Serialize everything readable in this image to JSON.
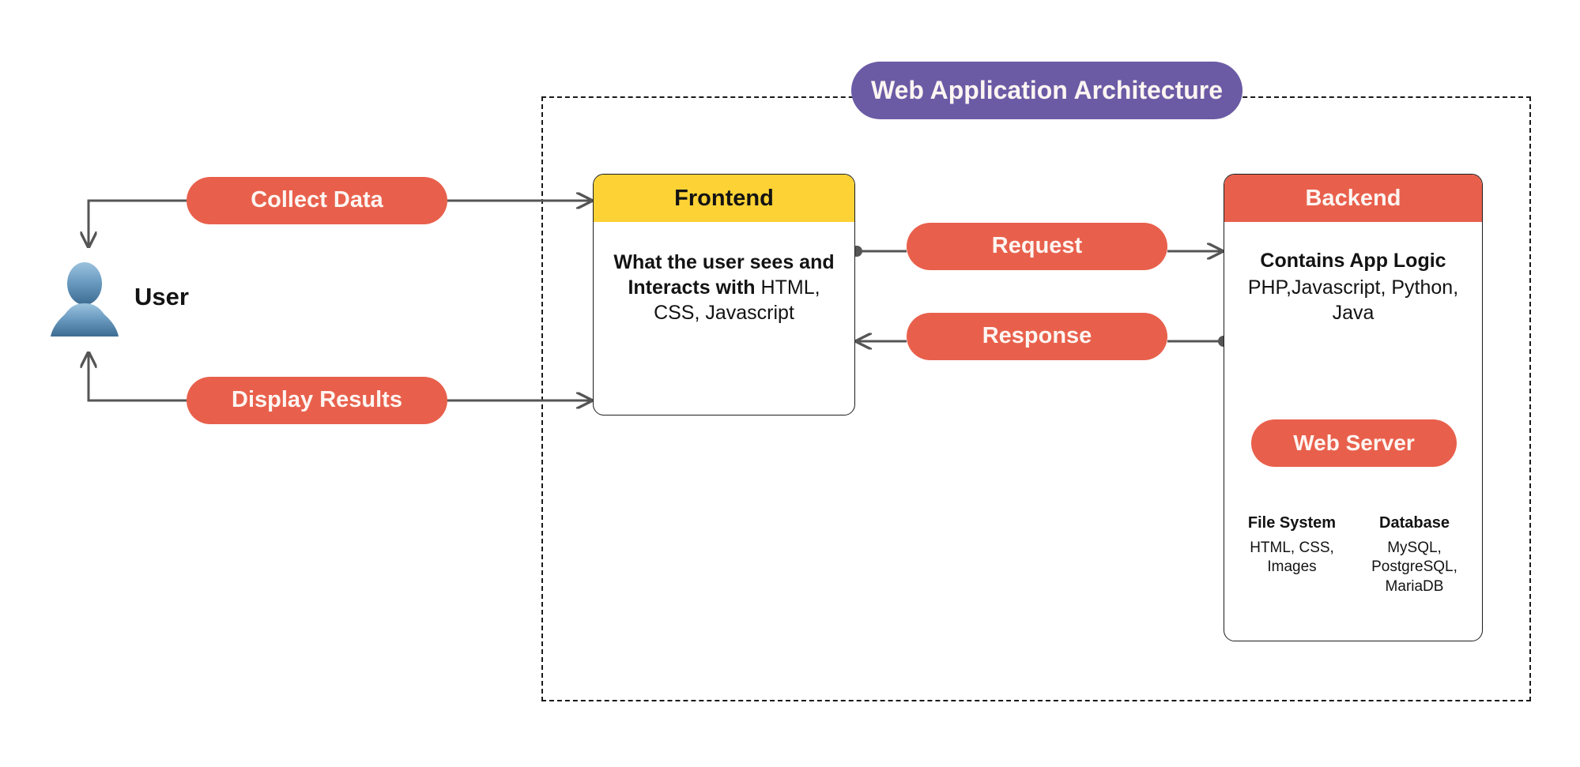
{
  "diagram": {
    "title": "Web Application Architecture",
    "boundary_label": "web-application-architecture-boundary"
  },
  "actor": {
    "label": "User",
    "icon": "user-avatar-icon"
  },
  "flows": [
    {
      "id": "collect",
      "label": "Collect Data"
    },
    {
      "id": "display",
      "label": "Display Results"
    },
    {
      "id": "request",
      "label": "Request"
    },
    {
      "id": "response",
      "label": "Response"
    }
  ],
  "frontend": {
    "header": "Frontend",
    "body_bold": "What the user sees and Interacts with",
    "body_rest": " HTML, CSS, Javascript"
  },
  "backend": {
    "header": "Backend",
    "body_bold": "Contains App Logic",
    "body_rest": "PHP,Javascript, Python, Java",
    "web_server_label": "Web Server",
    "columns": [
      {
        "title": "File System",
        "items": "HTML, CSS, Images"
      },
      {
        "title": "Database",
        "items": "MySQL, PostgreSQL, MariaDB"
      }
    ]
  },
  "colors": {
    "coral": "#e8604c",
    "purple": "#6b5ba5",
    "yellow": "#fdd235",
    "edge": "#555555",
    "boundary": "#1a1a1a",
    "text_dark": "#131313",
    "text_light": "#fdf5f2"
  }
}
